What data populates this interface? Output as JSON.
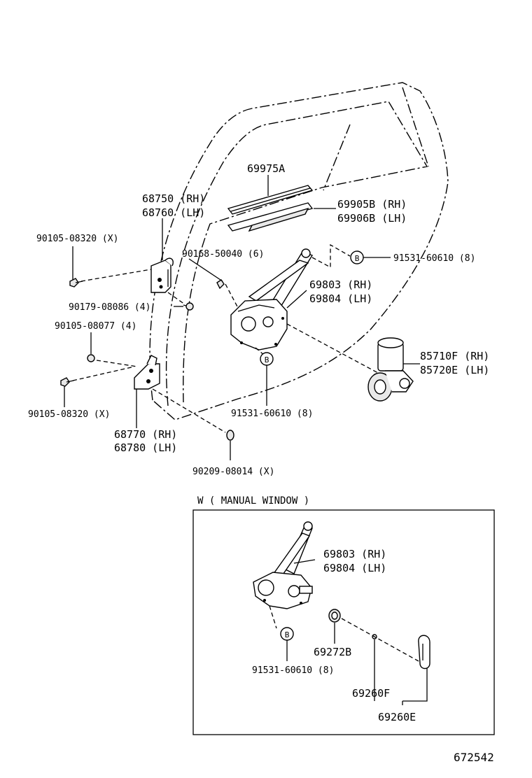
{
  "diagram": {
    "callouts": [
      {
        "id": "c1",
        "lines": [
          "69975A"
        ]
      },
      {
        "id": "c2",
        "lines": [
          "68750 (RH)",
          "68760 (LH)"
        ]
      },
      {
        "id": "c3",
        "lines": [
          "69905B (RH)",
          "69906B (LH)"
        ]
      },
      {
        "id": "c4",
        "lines": [
          "90105-08320 (X)"
        ]
      },
      {
        "id": "c5",
        "lines": [
          "90168-50040 (6)"
        ]
      },
      {
        "id": "c6",
        "lines": [
          "91531-60610 (8)"
        ]
      },
      {
        "id": "c7",
        "lines": [
          "69803 (RH)",
          "69804 (LH)"
        ]
      },
      {
        "id": "c8",
        "lines": [
          "90179-08086 (4)"
        ]
      },
      {
        "id": "c9",
        "lines": [
          "90105-08077 (4)"
        ]
      },
      {
        "id": "c10",
        "lines": [
          "85710F (RH)",
          "85720E (LH)"
        ]
      },
      {
        "id": "c11",
        "lines": [
          "90105-08320 (X)"
        ]
      },
      {
        "id": "c12",
        "lines": [
          "91531-60610 (8)"
        ]
      },
      {
        "id": "c13",
        "lines": [
          "68770 (RH)",
          "68780 (LH)"
        ]
      },
      {
        "id": "c14",
        "lines": [
          "90209-08014 (X)"
        ]
      },
      {
        "id": "c15",
        "lines": [
          "69803 (RH)",
          "69804 (LH)"
        ]
      },
      {
        "id": "c16",
        "lines": [
          "69272B"
        ]
      },
      {
        "id": "c17",
        "lines": [
          "91531-60610 (8)"
        ]
      },
      {
        "id": "c18",
        "lines": [
          "69260F"
        ]
      },
      {
        "id": "c19",
        "lines": [
          "69260E"
        ]
      }
    ],
    "markers": [
      {
        "id": "m1",
        "letter": "B"
      },
      {
        "id": "m2",
        "letter": "B"
      },
      {
        "id": "m3",
        "letter": "B"
      }
    ],
    "inset_title": "W ( MANUAL  WINDOW )",
    "figure_number": "672542"
  }
}
